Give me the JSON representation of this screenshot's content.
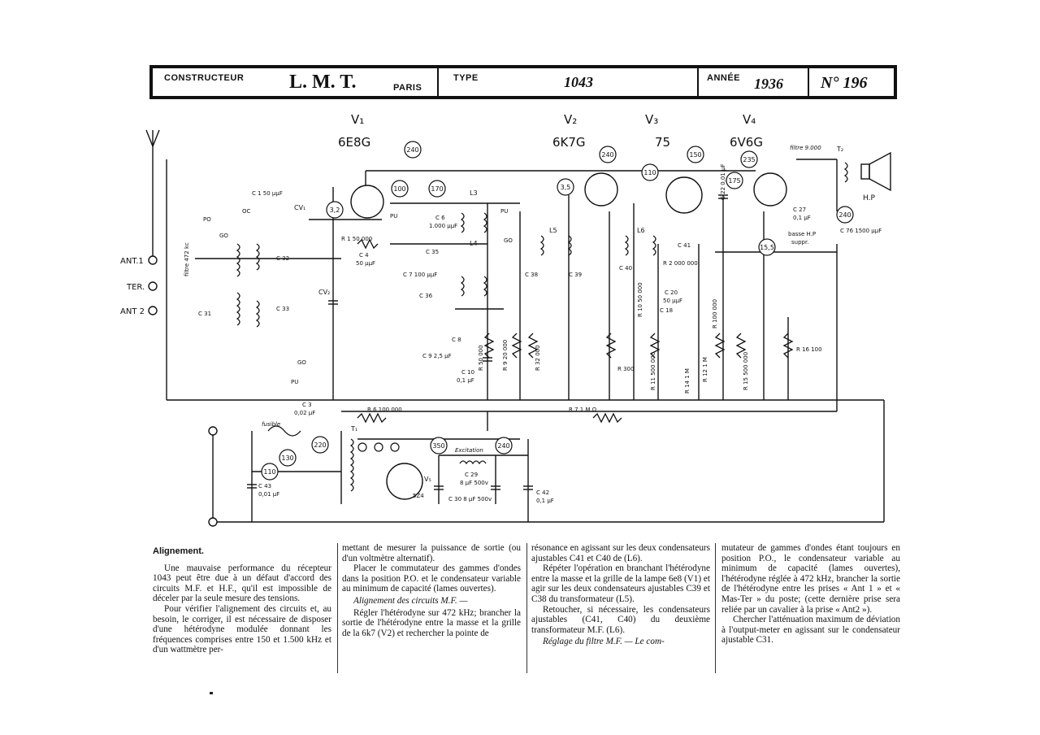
{
  "header": {
    "constructeur_label": "CONSTRUCTEUR",
    "constructeur_value": "L. M. T.",
    "city": "PARIS",
    "type_label": "TYPE",
    "type_value": "1043",
    "annee_label": "ANNÉE",
    "annee_value": "1936",
    "numero": "N° 196"
  },
  "schematic": {
    "tubes": [
      {
        "id": "V1",
        "model": "6E8G"
      },
      {
        "id": "V2",
        "model": "6K7G"
      },
      {
        "id": "V3",
        "model": "75"
      },
      {
        "id": "V4",
        "model": "6V6G"
      },
      {
        "id": "V5",
        "model": "5Z4"
      }
    ],
    "tube_ids": {
      "v1": "V₁",
      "v2": "V₂",
      "v3": "V₃",
      "v4": "V₄",
      "v5": "V₅"
    },
    "voltages": [
      "240",
      "100",
      "170",
      "3,2",
      "240",
      "3,5",
      "110",
      "150",
      "175",
      "235",
      "240",
      "15,5",
      "350",
      "240",
      "220",
      "130",
      "110"
    ],
    "labels": {
      "ant1": "ANT.1",
      "ter": "TER.",
      "ant2": "ANT 2",
      "hp": "H.P",
      "filtre": "filtre 9.000",
      "fusible": "fusible",
      "excitation": "Excitation",
      "t1": "T₁",
      "t2": "T₂",
      "l3": "L3",
      "l4": "L4",
      "l5": "L5",
      "l6": "L6",
      "cv1": "CV₁",
      "cv2": "CV₂",
      "r6": "R 6  100 000",
      "r7": "R 7  1 M Ω",
      "c3": "C 3",
      "c3v": "0,02 μF",
      "c43": "C 43",
      "c43v": "0,01 μF",
      "c29": "C 29",
      "c29v": "8 μF 500v",
      "c30": "C 30 8 μF 500v",
      "c42": "C 42",
      "c42v": "0,1 μF",
      "c38": "C 38",
      "c39": "C 39",
      "c40": "C 40",
      "c41": "C 41",
      "c32": "C 32",
      "c35": "C 35",
      "c36": "C 36",
      "c8": "C 8",
      "c9": "C 9  2,5 μF",
      "c10": "C 10",
      "c10v": "0,1 μF",
      "c4": "C 4",
      "c4v": "50 μμF",
      "c6": "C 6",
      "c6v": "1.000 μμF",
      "c7": "C 7 100 μμF",
      "c20": "C 20",
      "c20v": "50 μμF",
      "c18": "C 18",
      "c22": "C 22 0,01 μF",
      "c27": "C 27",
      "c27v": "0,1 μF",
      "c76": "C 76  1500 μμF",
      "r1": "R 1  50 000",
      "r9": "R 9 20 000",
      "r10": "R 10 50 000",
      "r11": "R 11 500 000",
      "r12": "R 12 1 M",
      "r14": "R 14 1 M",
      "r15": "R 15 500 000",
      "r16": "R 16 100",
      "r_300": "R 300",
      "r_50000": "R 50 000",
      "r_32000": "R 32 000",
      "r_100000": "R 100 000",
      "r_2000": "R 2 000 000",
      "c150": "C 1  50 μμF",
      "c31": "C 31",
      "c33": "C 33",
      "c1_": "C 1",
      "pu": "PU",
      "po": "PO",
      "go": "GO",
      "oc": "OC",
      "basse_hp": "basse H.P",
      "supp": "suppr.",
      "filtre_left": "filtre 472 kc"
    }
  },
  "text": {
    "heading": "Alignement.",
    "col1": [
      "Une mauvaise performance du récepteur 1043 peut être due à un défaut d'accord des circuits M.F. et H.F., qu'il est impossible de déceler par la seule mesure des tensions.",
      "Pour vérifier l'alignement des circuits et, au besoin, le corriger, il est nécessaire de disposer d'une hétérodyne modulée donnant les fréquences comprises entre 150 et 1.500 kHz et d'un wattmètre per-"
    ],
    "col2": [
      "mettant de mesurer la puissance de sortie (ou d'un voltmètre alternatif).",
      "Placer le commutateur des gammes d'ondes dans la position P.O. et le condensateur variable au minimum de capacité (lames ouvertes).",
      "Alignement des circuits M.F. —",
      "Régler l'hétérodyne sur 472 kHz; brancher la sortie de l'hétérodyne entre la masse et la grille de la 6k7 (V2) et rechercher la pointe de"
    ],
    "col3": [
      "résonance en agissant sur les deux condensateurs ajustables C41 et C40 de (L6).",
      "Répéter l'opération en branchant l'hétérodyne entre la masse et la grille de la lampe 6e8 (V1) et agir sur les deux condensateurs ajustables C39 et C38 du transformateur (L5).",
      "Retoucher, si nécessaire, les condensateurs ajustables (C41, C40) du deuxième transformateur M.F. (L6).",
      "Réglage du filtre M.F. — Le com-"
    ],
    "col4": [
      "mutateur de gammes d'ondes étant toujours en position P.O., le condensateur variable au minimum de capacité (lames ouvertes), l'hétérodyne réglée à 472 kHz, brancher la sortie de l'hétérodyne entre les prises « Ant 1 » et « Mas-Ter » du poste; (cette dernière prise sera reliée par un cavalier à la prise « Ant2 »).",
      "Chercher l'atténuation maximum de déviation à l'output-meter en agissant sur le condensateur ajustable C31."
    ]
  }
}
